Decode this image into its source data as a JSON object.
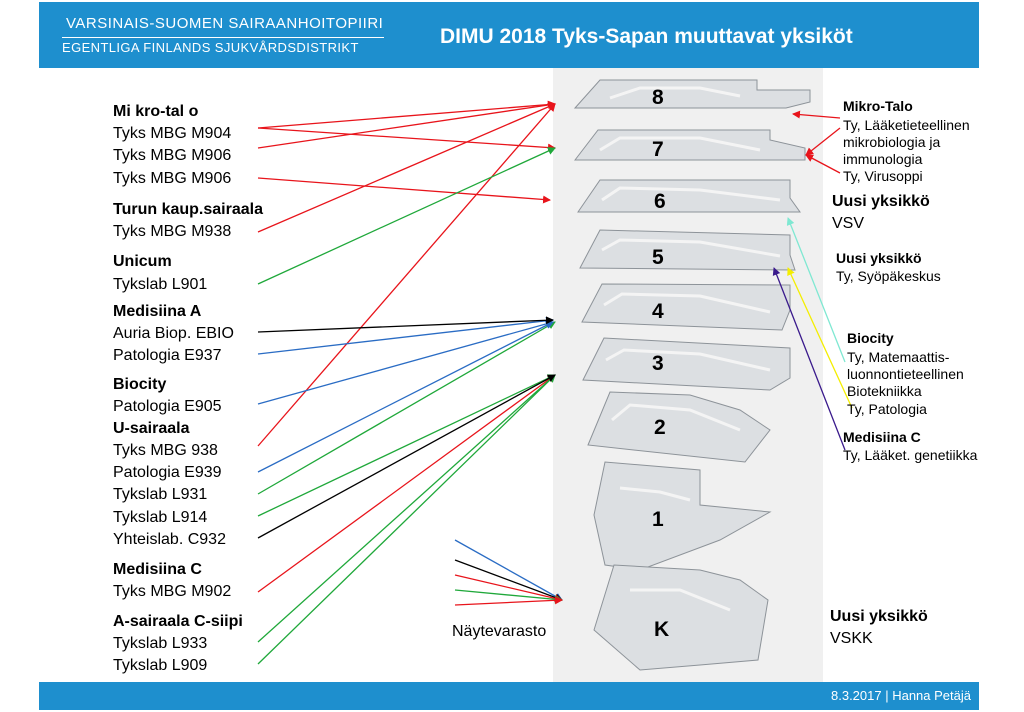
{
  "header": {
    "org_fi": "VARSINAIS-SUOMEN SAIRAANHOITOPIIRI",
    "org_sv": "EGENTLIGA FINLANDS SJUKVÅRDSDISTRIKT",
    "title": "DIMU 2018 Tyks-Sapan muuttavat yksiköt"
  },
  "footer": {
    "text": "8.3.2017 | Hanna Petäjä"
  },
  "floors": [
    "8",
    "7",
    "6",
    "5",
    "4",
    "3",
    "2",
    "1",
    "K"
  ],
  "left": {
    "g1": {
      "title": "Mi kro-tal o",
      "items": [
        "Tyks MBG  M904",
        "Tyks MBG  M906",
        "Tyks MBG  M906"
      ]
    },
    "g2": {
      "title": "Turun kaup.sairaala",
      "items": [
        "Tyks MBG M938"
      ]
    },
    "g3": {
      "title": "Unicum",
      "items": [
        "Tykslab L901"
      ]
    },
    "g4": {
      "title": "Medisiina A",
      "items": [
        "Auria Biop. EBIO",
        "Patologia E937"
      ]
    },
    "g5": {
      "title": "Biocity",
      "items": [
        "Patologia E905"
      ]
    },
    "g6": {
      "title": "U-sairaala",
      "items": [
        "Tyks MBG 938",
        "Patologia E939",
        "Tykslab L931",
        "Tykslab L914",
        "Yhteislab. C932"
      ]
    },
    "g7": {
      "title": "Medisiina C",
      "items": [
        "Tyks MBG M902"
      ]
    },
    "g8": {
      "title": "A-sairaala C-siipi",
      "items": [
        "Tykslab L933",
        "Tykslab L909"
      ]
    }
  },
  "right": {
    "mikro": {
      "title": "Mikro-Talo",
      "lines": [
        "Ty, Lääketieteellinen",
        "mikrobiologia ja",
        "immunologia",
        "Ty, Virusoppi"
      ]
    },
    "vsv": {
      "title": "Uusi yksikkö",
      "line": "VSV"
    },
    "syopa": {
      "title": "Uusi yksikkö",
      "line": "Ty, Syöpäkeskus"
    },
    "biocity": {
      "title": "Biocity",
      "lines": [
        "Ty, Matemaattis-",
        "luonnontieteellinen",
        "Biotekniikka",
        "Ty, Patologia"
      ]
    },
    "medc": {
      "title": "Medisiina C",
      "line": "Ty, Lääket. genetiikka"
    },
    "vskk": {
      "title": "Uusi yksikkö",
      "line": "VSKK"
    }
  },
  "storage_label": "Näytevarasto",
  "colors": {
    "brand": "#1e8fce",
    "red": "#e8141b",
    "green": "#1fa83a",
    "blue": "#2a6cc4",
    "black": "#000000",
    "cyan": "#7fe8d2",
    "yellow": "#f4ee00",
    "purple": "#3a1a8c"
  }
}
